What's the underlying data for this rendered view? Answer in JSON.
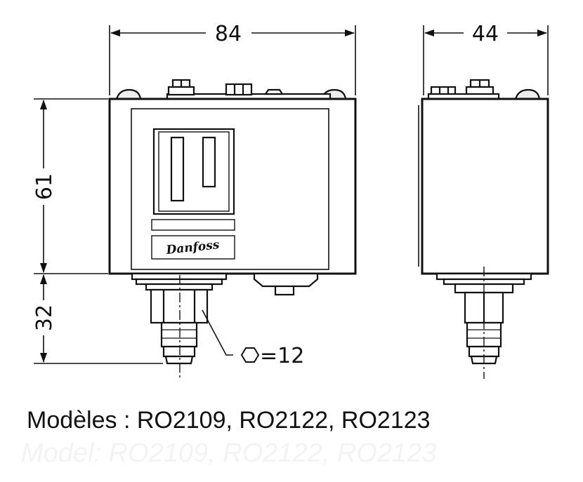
{
  "dimensions": {
    "width_front": "84",
    "width_side": "44",
    "height_body": "61",
    "height_connector": "32",
    "hex_label": "=12"
  },
  "brand_mark": "Danfoss",
  "caption": "Modèles : RO2109, RO2122, RO2123",
  "ghost_caption": "Model: RO2109, RO2122, RO2123"
}
